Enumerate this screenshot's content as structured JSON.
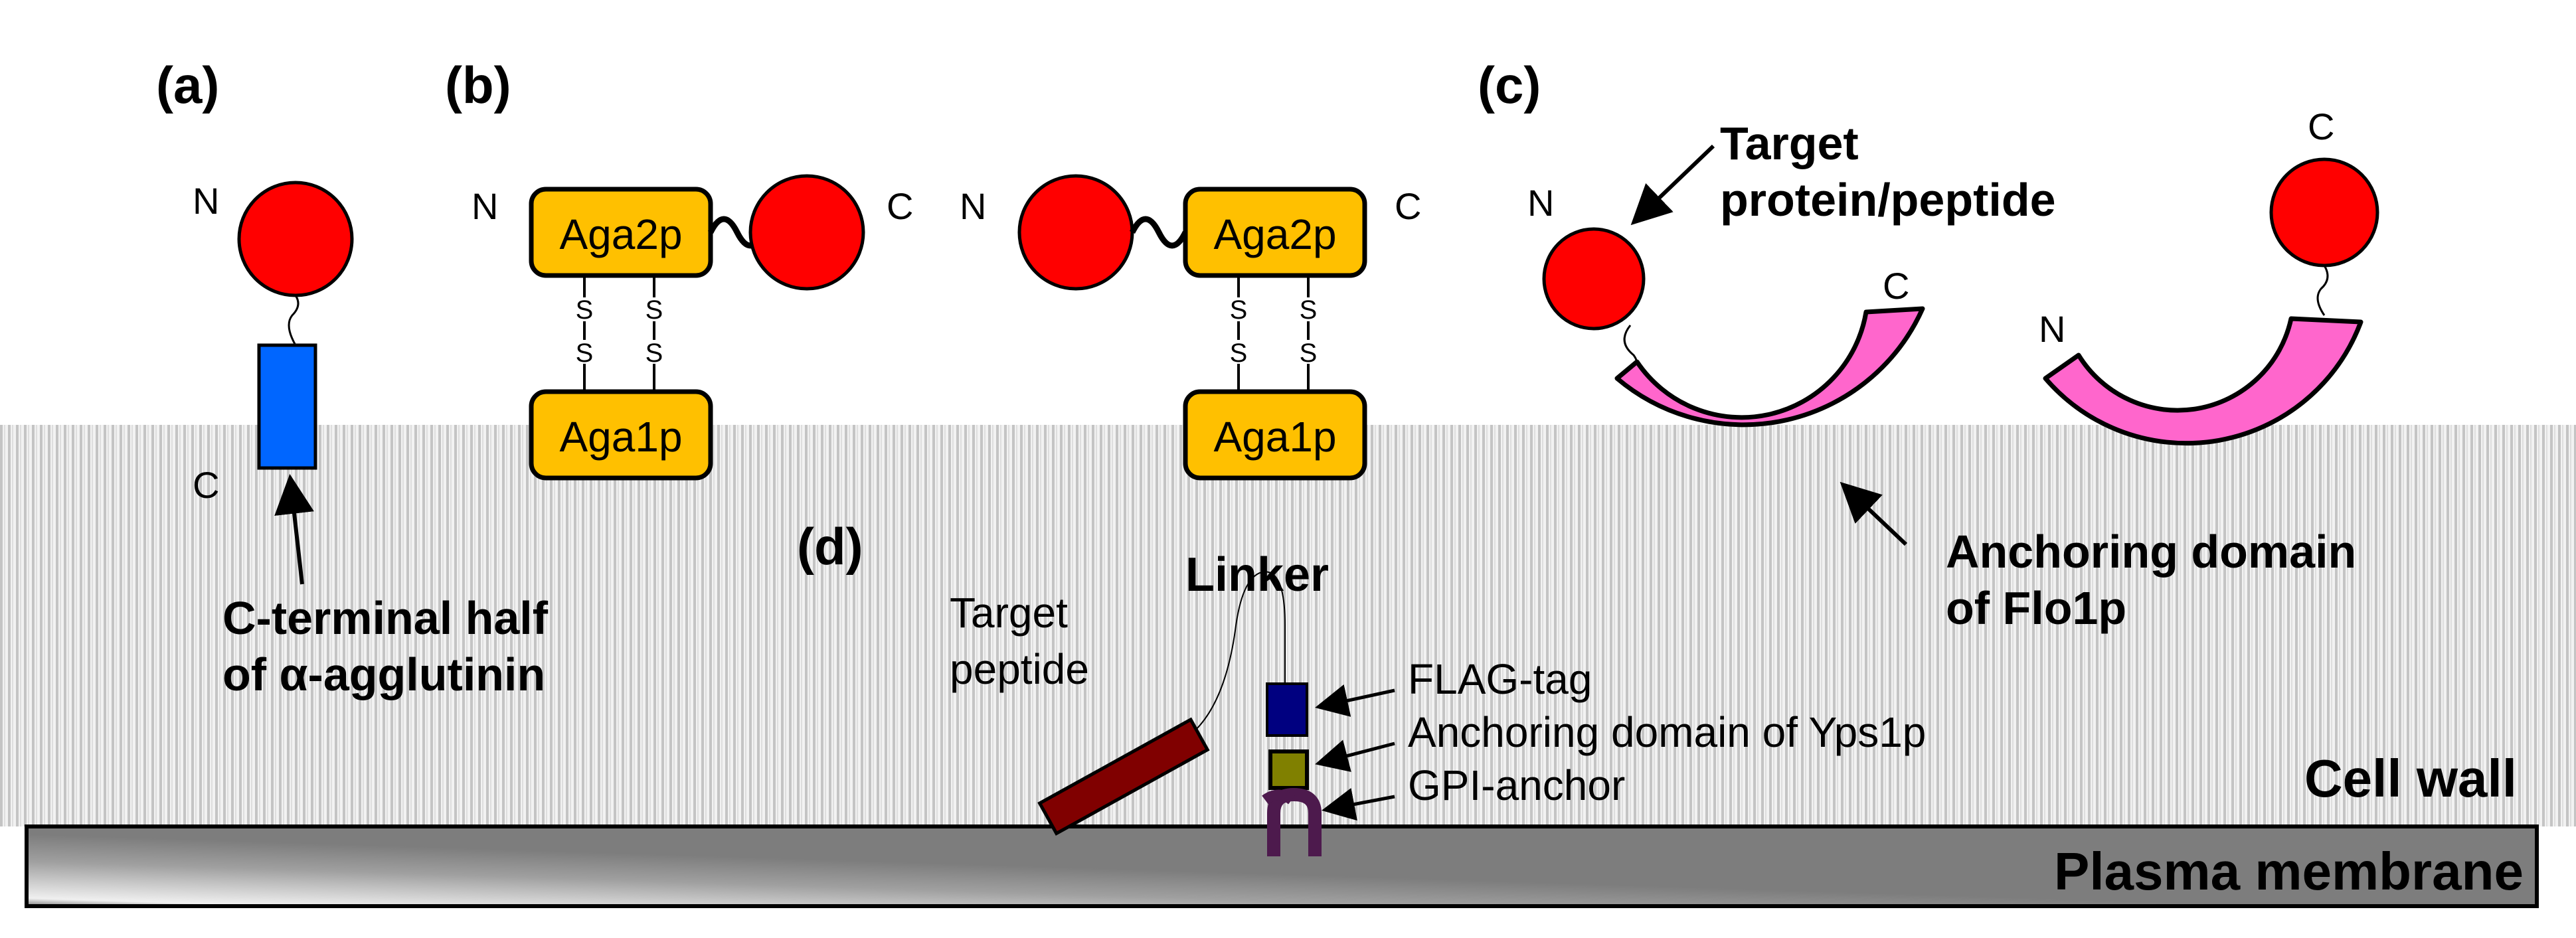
{
  "panels": {
    "a": {
      "label": "(a)",
      "n_label": "N",
      "c_label": "C",
      "caption_line1": "C-terminal half",
      "caption_line2": "of α-agglutinin"
    },
    "b": {
      "label": "(b)",
      "n_label": "N",
      "c_label": "C",
      "n_label_2": "N",
      "c_label_2": "C",
      "aga2p": "Aga2p",
      "aga1p": "Aga1p",
      "sulfur": "S"
    },
    "c": {
      "label": "(c)",
      "n_label": "N",
      "c_label": "C",
      "n_label_2": "N",
      "c_label_2": "C",
      "target_line1": "Target",
      "target_line2": "protein/peptide",
      "anchor_line1": "Anchoring domain",
      "anchor_line2": "of Flo1p"
    },
    "d": {
      "label": "(d)",
      "linker": "Linker",
      "target_line1": "Target",
      "target_line2": "peptide",
      "flag": "FLAG-tag",
      "yps1p": "Anchoring domain of Yps1p",
      "gpi": "GPI-anchor"
    }
  },
  "layers": {
    "cell_wall": "Cell wall",
    "plasma_membrane": "Plasma membrane"
  },
  "colors": {
    "red_protein": "#ff0000",
    "alpha_agglutinin": "#0066ff",
    "aga_box": "#ffc000",
    "flo1p": "#ff66cc",
    "target_peptide": "#800000",
    "flag_tag": "#000080",
    "yps1p": "#808000",
    "gpi": "#4d1a4d",
    "membrane": "#808080",
    "wall_stripe": "#c8c8c8"
  }
}
